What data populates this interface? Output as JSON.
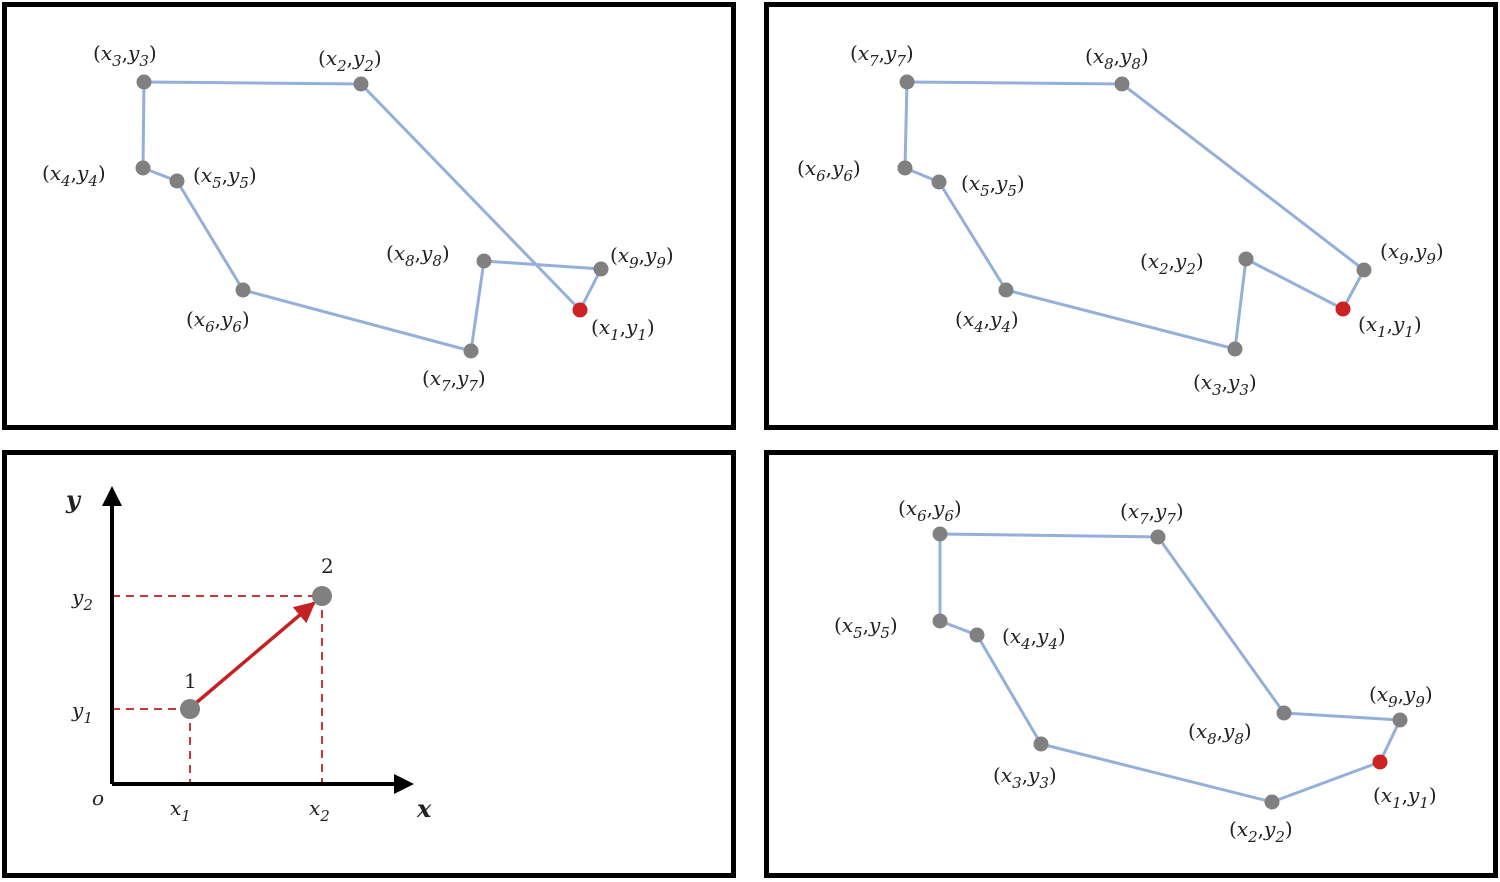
{
  "colors": {
    "edge": "#94b0da",
    "node": "#808080",
    "start_node": "#cc2222",
    "arrow": "#c42222",
    "guide": "#c43a3a",
    "axis": "#000000",
    "border": "#000000"
  },
  "panels": [
    {
      "id": "panel-top-left",
      "nodes": [
        {
          "label": "(x1,y1)",
          "start": true
        },
        {
          "label": "(x2,y2)"
        },
        {
          "label": "(x3,y3)"
        },
        {
          "label": "(x4,y4)"
        },
        {
          "label": "(x5,y5)"
        },
        {
          "label": "(x6,y6)"
        },
        {
          "label": "(x7,y7)"
        },
        {
          "label": "(x8,y8)"
        },
        {
          "label": "(x9,y9)"
        }
      ],
      "closed": true
    },
    {
      "id": "panel-top-right",
      "nodes": [
        {
          "label": "(x1,y1)",
          "start": true
        },
        {
          "label": "(x2,y2)"
        },
        {
          "label": "(x3,y3)"
        },
        {
          "label": "(x4,y4)"
        },
        {
          "label": "(x5,y5)"
        },
        {
          "label": "(x6,y6)"
        },
        {
          "label": "(x7,y7)"
        },
        {
          "label": "(x8,y8)"
        },
        {
          "label": "(x9,y9)"
        }
      ],
      "closed": true
    },
    {
      "id": "panel-bottom-right",
      "nodes": [
        {
          "label": "(x1,y1)",
          "start": true
        },
        {
          "label": "(x2,y2)"
        },
        {
          "label": "(x3,y3)"
        },
        {
          "label": "(x4,y4)"
        },
        {
          "label": "(x5,y5)"
        },
        {
          "label": "(x6,y6)"
        },
        {
          "label": "(x7,y7)"
        },
        {
          "label": "(x8,y8)"
        },
        {
          "label": "(x9,y9)"
        }
      ],
      "closed": true
    }
  ],
  "coordinate_diagram": {
    "x_axis_label": "x",
    "y_axis_label": "y",
    "origin_label": "o",
    "point_1_label": "1",
    "point_2_label": "2",
    "x1_label": "x1",
    "x2_label": "x2",
    "y1_label": "y1",
    "y2_label": "y2"
  }
}
